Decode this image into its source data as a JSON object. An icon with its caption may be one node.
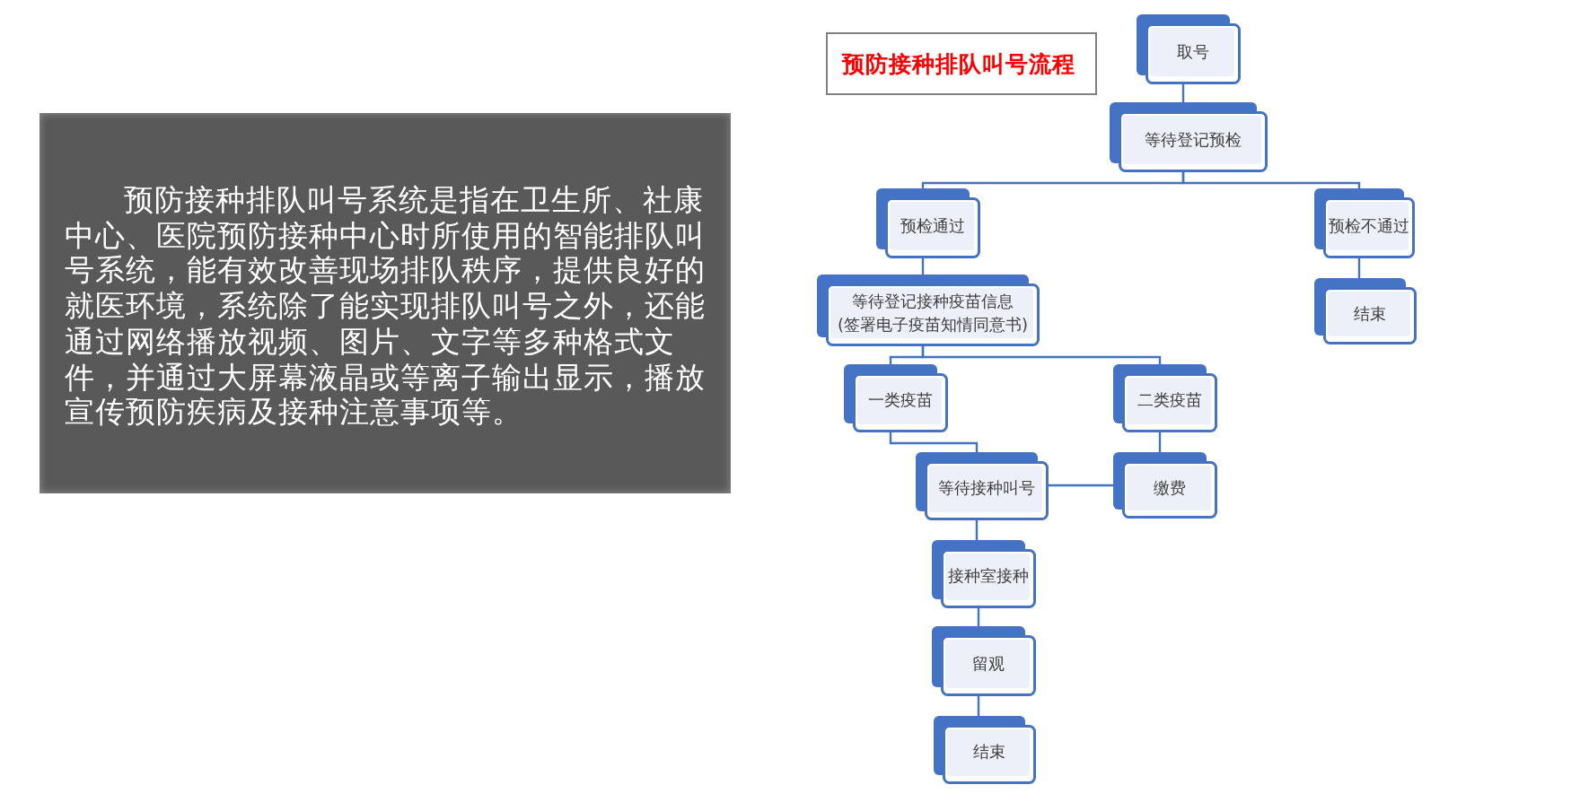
{
  "diagram": {
    "title": "预防接种排队叫号流程",
    "nodes": [
      {
        "text": [
          "预防接种排队叫号系统是指在卫生所、社康中心、医院预防接种中心时所使用的智能排队叫号系统，能有效改善现场排队秩序，提供良好的就医环境，系统除了能实现排队叫号之外，还能通过网络播放视频、图片、文字等多种格式文件，并通过大屏幕液晶或等离子输出显示，播放宣传预防疾病及接种注意事项等。"
        ]
      },
      {
        "text": [
          "取号"
        ]
      },
      {
        "text": [
          "等待登记预检"
        ]
      },
      {
        "text": [
          "预检通过"
        ]
      },
      {
        "text": [
          "预检不通过"
        ]
      },
      {
        "text": [
          "等待登记接种疫苗信息",
          "(签署电子疫苗知情同意书)"
        ]
      },
      {
        "text": [
          "结束"
        ]
      },
      {
        "text": [
          "一类疫苗"
        ]
      },
      {
        "text": [
          "二类疫苗"
        ]
      },
      {
        "text": [
          "等待接种叫号"
        ]
      },
      {
        "text": [
          "缴费"
        ]
      },
      {
        "text": [
          "接种室接种"
        ]
      },
      {
        "text": [
          "留观"
        ]
      },
      {
        "text": [
          "结束"
        ]
      }
    ],
    "edges": [
      {
        "from": 1,
        "to": 2,
        "arrow": "none"
      },
      {
        "from": 2,
        "to": 3,
        "arrow": "none"
      },
      {
        "from": 2,
        "to": 4,
        "arrow": "none"
      },
      {
        "from": 3,
        "to": 5,
        "arrow": "none"
      },
      {
        "from": 4,
        "to": 6,
        "arrow": "none"
      },
      {
        "from": 5,
        "to": 7,
        "arrow": "none"
      },
      {
        "from": 5,
        "to": 8,
        "arrow": "none"
      },
      {
        "from": 7,
        "to": 9,
        "arrow": "none"
      },
      {
        "from": 8,
        "to": 10,
        "arrow": "none"
      },
      {
        "from": 10,
        "to": 9,
        "arrow": "none"
      },
      {
        "from": 9,
        "to": 11,
        "arrow": "none"
      },
      {
        "from": 11,
        "to": 12,
        "arrow": "none"
      },
      {
        "from": 12,
        "to": 13,
        "arrow": "none"
      }
    ]
  }
}
